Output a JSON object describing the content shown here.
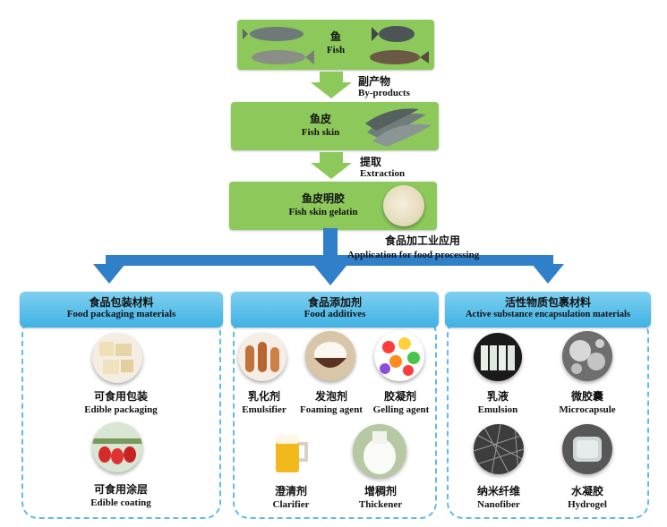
{
  "flow": {
    "fish": {
      "cn": "鱼",
      "en": "Fish"
    },
    "byproducts": {
      "cn": "副产物",
      "en": "By-products"
    },
    "fish_skin": {
      "cn": "鱼皮",
      "en": "Fish skin"
    },
    "extraction": {
      "cn": "提取",
      "en": "Extraction"
    },
    "gelatin": {
      "cn": "鱼皮明胶",
      "en": "Fish skin gelatin"
    },
    "application": {
      "cn": "食品加工业应用",
      "en": "Application for food processing"
    }
  },
  "panels": {
    "packaging": {
      "title_cn": "食品包装材料",
      "title_en": "Food packaging materials",
      "items": [
        {
          "cn": "可食用包装",
          "en": "Edible packaging"
        },
        {
          "cn": "可食用涂层",
          "en": "Edible coating"
        }
      ]
    },
    "additives": {
      "title_cn": "食品添加剂",
      "title_en": "Food additives",
      "items": [
        {
          "cn": "乳化剂",
          "en": "Emulsifier"
        },
        {
          "cn": "发泡剂",
          "en": "Foaming agent"
        },
        {
          "cn": "胶凝剂",
          "en": "Gelling agent"
        },
        {
          "cn": "澄清剂",
          "en": "Clarifier"
        },
        {
          "cn": "增稠剂",
          "en": "Thickener"
        }
      ]
    },
    "encapsulation": {
      "title_cn": "活性物质包裹材料",
      "title_en": "Active substance encapsulation materials",
      "items": [
        {
          "cn": "乳液",
          "en": "Emulsion"
        },
        {
          "cn": "微胶囊",
          "en": "Microcapsule"
        },
        {
          "cn": "纳米纤维",
          "en": "Nanofiber"
        },
        {
          "cn": "水凝胶",
          "en": "Hydrogel"
        }
      ]
    }
  },
  "colors": {
    "green": "#8dc95a",
    "blue_arrow": "#2f7fc9",
    "panel_blue": "#3fb1e4",
    "dash": "#5bbde8"
  }
}
